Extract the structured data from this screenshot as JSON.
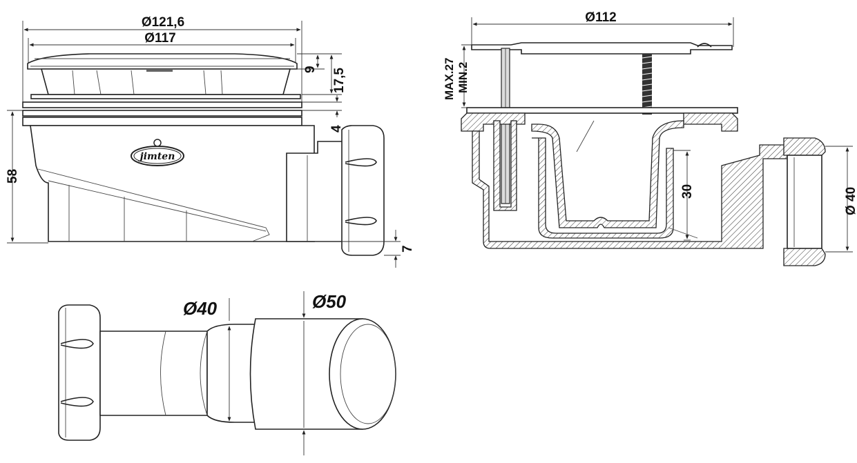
{
  "front_view": {
    "dims": {
      "outer_diameter": "Ø121,6",
      "cover_diameter": "Ø117",
      "cover_height": "9",
      "grate_height": "17,5",
      "flange_height": "4",
      "total_height": "58",
      "outlet_offset": "7"
    },
    "brand": "jimten"
  },
  "section_view": {
    "dims": {
      "plate_diameter": "Ø112",
      "screw_max": "MAX.27",
      "screw_min": "MIN.2",
      "water_seal": "30",
      "outlet_diameter": "Ø 40"
    }
  },
  "adapter_view": {
    "dims": {
      "small_diameter": "Ø40",
      "large_diameter": "Ø50"
    }
  },
  "colors": {
    "line": "#222222",
    "background": "#ffffff"
  }
}
